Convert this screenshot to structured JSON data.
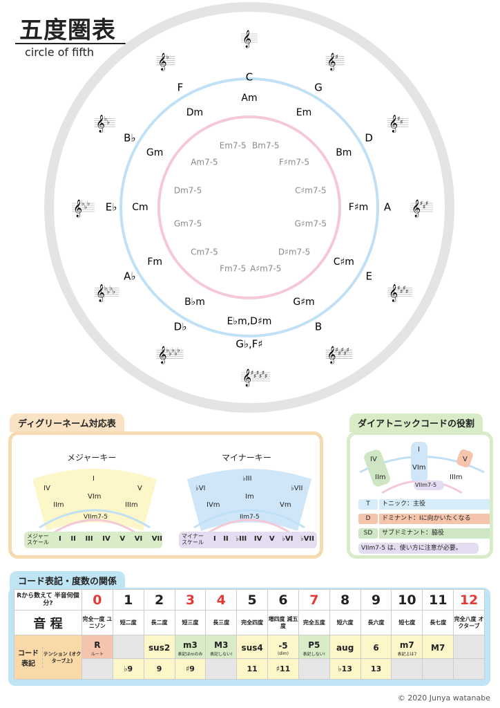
{
  "header": {
    "title": "五度圏表",
    "subtitle": "circle of fifth"
  },
  "circle": {
    "outer_keys": [
      "C",
      "G",
      "D",
      "A",
      "E",
      "B",
      "G♭,F♯",
      "D♭",
      "A♭",
      "E♭",
      "B♭",
      "F"
    ],
    "middle_keys": [
      "Am",
      "Em",
      "Bm",
      "F♯m",
      "C♯m",
      "G♯m",
      "E♭m,D♯m",
      "B♭m",
      "Fm",
      "Cm",
      "Gm",
      "Dm"
    ],
    "inner_keys": [
      "Bm7-5",
      "F♯m7-5",
      "C♯m7-5",
      "G♯m7-5",
      "D♯m7-5",
      "A♯m7-5",
      "Fm7-5",
      "Cm7-5",
      "Gm7-5",
      "Dm7-5",
      "Am7-5",
      "Em7-5"
    ]
  },
  "degree_panel": {
    "title": "ディグリーネーム対応表",
    "major": {
      "title": "メジャーキー",
      "top": [
        "IV",
        "I",
        "V"
      ],
      "mid": [
        "IIm",
        "VIm",
        "IIIm"
      ],
      "bottom": "VIIm7-5",
      "scale_label": "メジャー スケール",
      "scale": [
        "I",
        "II",
        "III",
        "IV",
        "V",
        "VI",
        "VII"
      ]
    },
    "minor": {
      "title": "マイナーキー",
      "top": [
        "♭VI",
        "♭III",
        "♭VII"
      ],
      "mid": [
        "IVm",
        "Im",
        "Vm"
      ],
      "bottom": "IIm7-5",
      "scale_label": "マイナー スケール",
      "scale": [
        "I",
        "II",
        "♭III",
        "IV",
        "V",
        "♭VI",
        "♭VII"
      ]
    }
  },
  "diatonic_panel": {
    "title": "ダイアトニックコードの役割",
    "arc_labels": [
      "IV",
      "I",
      "V",
      "IIm",
      "VIm",
      "IIIm",
      "VIIm7-5"
    ],
    "legend": [
      {
        "key": "T",
        "text": "トニック：主役",
        "color": "#d6ecf8"
      },
      {
        "key": "D",
        "text": "ドミナント：Iに向かいたくなる",
        "color": "#f4c4ad"
      },
      {
        "key": "SD",
        "text": "サブドミナント：脇役",
        "color": "#cfe6c4"
      }
    ],
    "note": "VIIm7-5 は、使い方に注意が必要。"
  },
  "chord_table": {
    "title": "コード表記・度数の関係",
    "row_head": "Rから数えて 半音何個分?",
    "numbers": [
      "0",
      "1",
      "2",
      "3",
      "4",
      "5",
      "6",
      "7",
      "8",
      "9",
      "10",
      "11",
      "12"
    ],
    "number_red": [
      true,
      false,
      false,
      true,
      true,
      false,
      false,
      true,
      false,
      false,
      false,
      false,
      true
    ],
    "interval_head": "音 程",
    "intervals": [
      "完全一度 ユニゾン",
      "短二度",
      "長二度",
      "短三度",
      "長三度",
      "完全四度",
      "増四度 減五度",
      "完全五度",
      "短六度",
      "長六度",
      "短七度",
      "長七度",
      "完全八度 オクターブ"
    ],
    "chord_head": "コード 表記",
    "chord_main": [
      "R",
      "",
      "sus2",
      "m3",
      "M3",
      "sus4",
      "-5",
      "P5",
      "aug",
      "6",
      "m7",
      "M7",
      ""
    ],
    "chord_sub": [
      "ルート",
      "",
      "",
      "表記はmのみ",
      "表記しない!",
      "",
      "(dim)",
      "表記しない!",
      "",
      "",
      "表記上は7",
      "",
      ""
    ],
    "tension_head": "テンション (オクターブ上)",
    "tensions": [
      "",
      "♭9",
      "9",
      "♯9",
      "",
      "11",
      "♯11",
      "",
      "♭13",
      "13",
      "",
      "",
      ""
    ]
  },
  "copyright": "© 2020 Junya watanabe",
  "colors": {
    "blue_ring": "#bfe0f5",
    "pink_ring": "#f5c8d8",
    "green_row": "#d8ecc8",
    "yellow": "#fdf6c8",
    "orange": "#f9d9a8",
    "salmon": "#f4c4ad",
    "table_blue": "#bfe4f4",
    "panel_border": "#f5d9b0"
  }
}
